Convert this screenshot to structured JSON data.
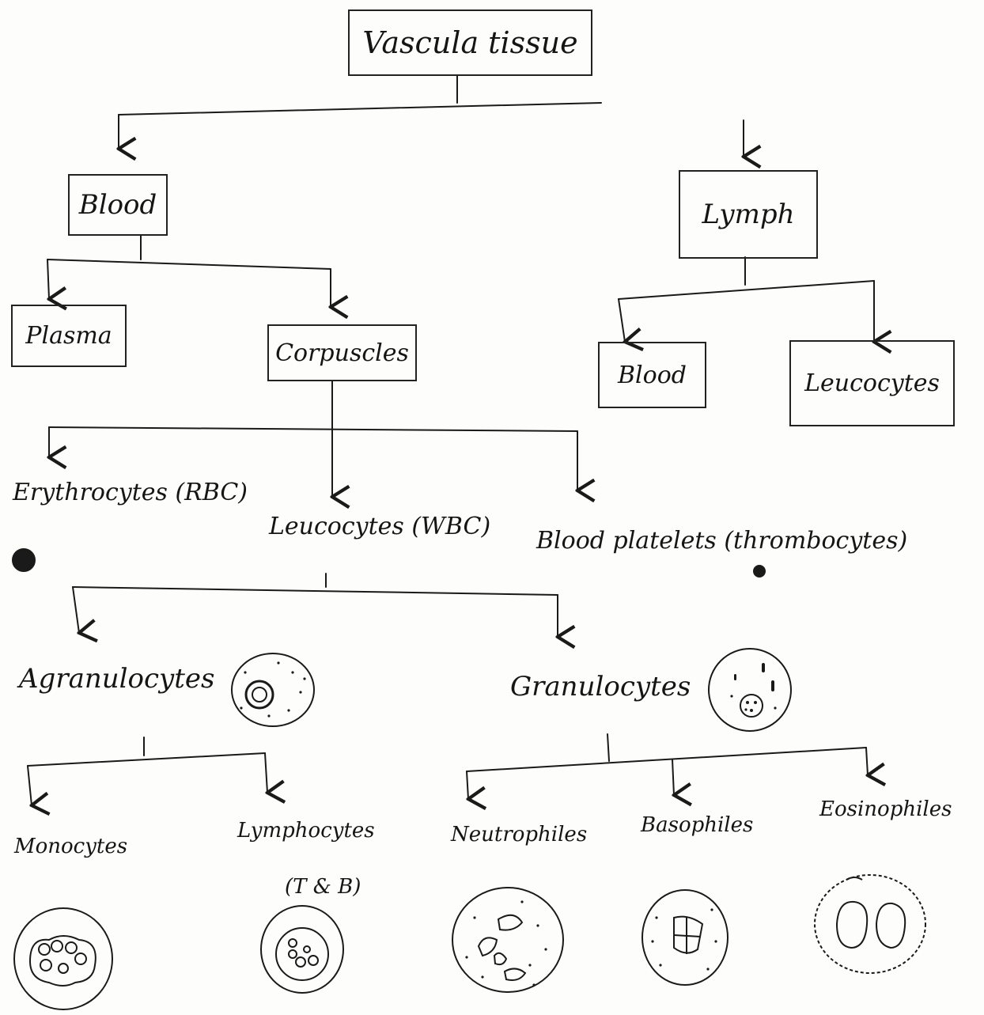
{
  "nodes": {
    "root": "Vascula tissue",
    "blood": "Blood",
    "lymph": "Lymph",
    "plasma": "Plasma",
    "corpuscles": "Corpuscles",
    "lymph_blood": "Blood",
    "lymph_leucocytes": "Leucocytes",
    "erythrocytes": "Erythrocytes (RBC)",
    "leucocytes": "Leucocytes (WBC)",
    "platelets": "Blood platelets (thrombocytes)",
    "agranulocytes": "Agranulocytes",
    "granulocytes": "Granulocytes",
    "monocytes": "Monocytes",
    "lymphocytes": "Lymphocytes",
    "lymphocytes_sub": "(T & B)",
    "neutrophiles": "Neutrophiles",
    "basophiles": "Basophiles",
    "eosinophiles": "Eosinophiles"
  },
  "style": {
    "ink": "#1a1a1a",
    "paper": "#fdfdfb"
  }
}
